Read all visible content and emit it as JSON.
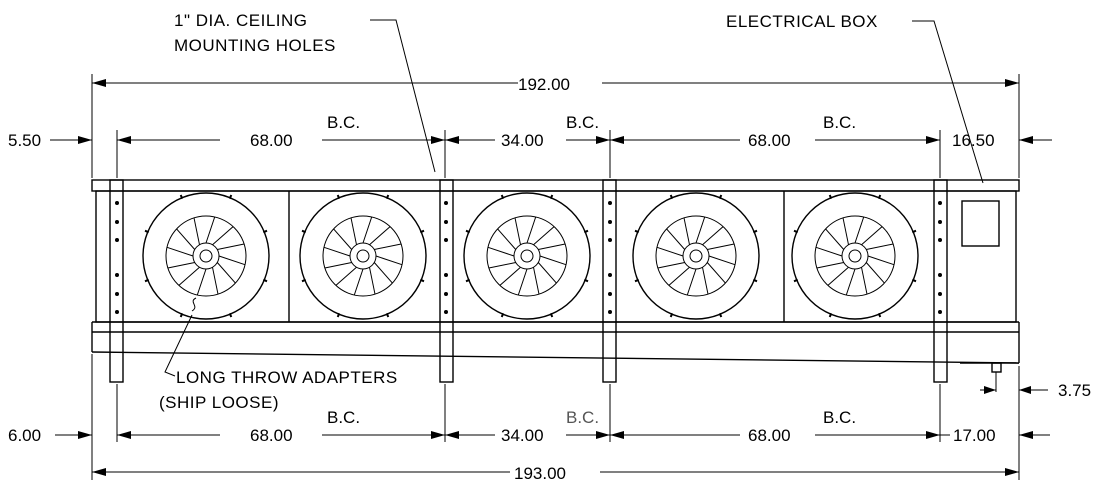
{
  "callouts": {
    "holes_line1": "1\" DIA. CEILING",
    "holes_line2": "MOUNTING HOLES",
    "electrical_box": "ELECTRICAL BOX",
    "adapters_line1": "LONG THROW ADAPTERS",
    "adapters_line2": "(SHIP LOOSE)"
  },
  "top_dims": {
    "overall": "192.00",
    "left_offset": "5.50",
    "bc1": "68.00",
    "bc2": "34.00",
    "bc3": "68.00",
    "right_offset": "16.50",
    "bc_label": "B.C."
  },
  "bottom_dims": {
    "overall": "193.00",
    "left_offset": "6.00",
    "bc1": "68.00",
    "bc2": "34.00",
    "bc3": "68.00",
    "right_offset": "17.00",
    "side_offset": "3.75",
    "bc_label": "B.C."
  },
  "fan_count": 5
}
